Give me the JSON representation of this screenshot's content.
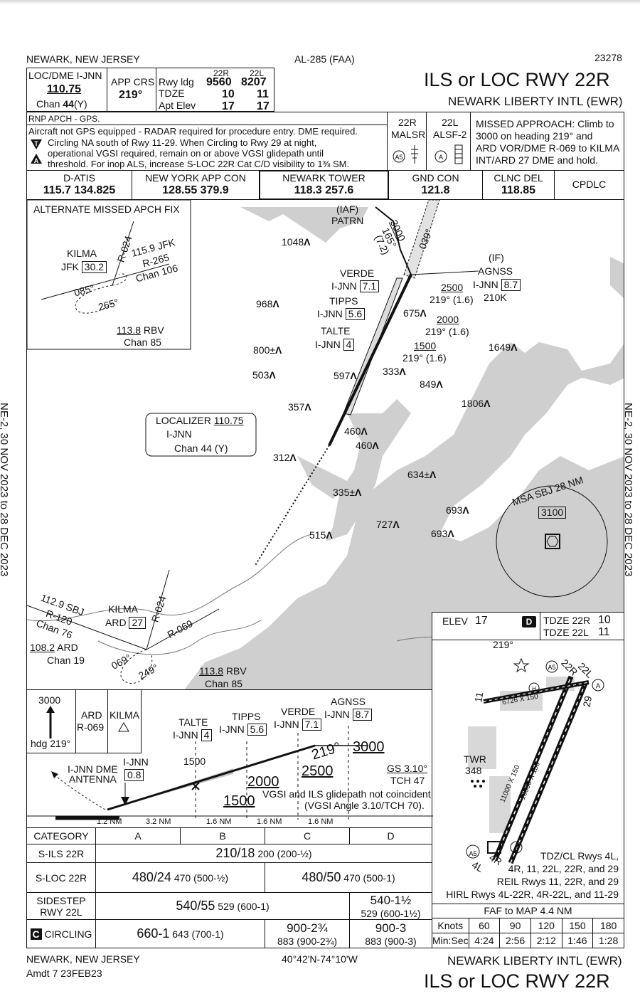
{
  "header": {
    "city": "NEWARK, NEW JERSEY",
    "chart_id": "AL-285 (FAA)",
    "proc_number": "23278",
    "title": "ILS or LOC RWY 22R",
    "airport": "NEWARK LIBERTY INTL (EWR)"
  },
  "briefing": {
    "loc_label": "LOC/DME  I-JNN",
    "loc_freq": "110.75",
    "loc_chan_prefix": "Chan",
    "loc_chan_num": "44",
    "loc_chan_suffix": "(Y)",
    "app_crs_label": "APP CRS",
    "app_crs": "219°",
    "rwy_ldg_label": "Rwy ldg",
    "tdze_label": "TDZE",
    "apt_elev_label": "Apt Elev",
    "rwy_22r_label": "22R",
    "rwy_22l_label": "22L",
    "rwy_ldg_22r": "9560",
    "rwy_ldg_22l": "8207",
    "tdze_22r": "10",
    "tdze_22l": "11",
    "elev_22r": "17",
    "elev_22l": "17"
  },
  "notes": {
    "rnp": "RNP APCH - GPS.",
    "line1": "Aircraft not GPS equipped - RADAR required for procedure entry. DME required.",
    "line2": "Circling NA south of Rwy 11-29. When Circling to Rwy 29 at night,",
    "line3": "operational VGSI required, remain on or above VGSI glidepath until",
    "line4": "threshold. For inop ALS, increase S-LOC 22R Cat C/D visibility to 1⅜ SM.",
    "lights_22r": "22R",
    "lights_22r_type": "MALSR",
    "lights_22l": "22L",
    "lights_22l_type": "ALSF-2",
    "missed_1": "MISSED APPROACH: Climb to",
    "missed_2": "3000 on heading 219° and",
    "missed_3": "ARD VOR/DME R-069 to KILMA",
    "missed_4": "INT/ARD 27 DME and hold."
  },
  "comms": [
    {
      "label": "D-ATIS",
      "value": "115.7  134.825"
    },
    {
      "label": "NEW YORK APP CON",
      "value": "128.55  379.9"
    },
    {
      "label": "NEWARK TOWER",
      "value": "118.3  257.6"
    },
    {
      "label": "GND CON",
      "value": "121.8"
    },
    {
      "label": "CLNC DEL",
      "value": "118.85"
    },
    {
      "label": "CPDLC",
      "value": ""
    }
  ],
  "plan": {
    "alt_missed_title": "ALTERNATE MISSED APCH FIX",
    "kilma": "KILMA",
    "jfk": "JFK",
    "jfk_dme": "30.2",
    "jfk_nav1": "115.9  JFK",
    "jfk_nav2": "R-265",
    "jfk_nav3": "Chan 106",
    "r024": "R-024",
    "hdg085": "085°",
    "hdg265": "265°",
    "rbv_freq": "113.8",
    "rbv_id": "RBV",
    "rbv_chan": "Chan 85",
    "iaf": "(IAF)",
    "patrn": "PATRN",
    "patrn_alt": "3000",
    "patrn_crs": "165°",
    "patrn_dist": "(7.2)",
    "crs039": "039°",
    "if_label": "(IF)",
    "agnss": "AGNSS",
    "agnss_dme": "8.7",
    "ijnn": "I-JNN",
    "agnss_alt": "2500",
    "agnss_crs": "219° (1.6)",
    "agnss_210k": "210K",
    "verde": "VERDE",
    "verde_dme": "7.1",
    "tipps": "TIPPS",
    "tipps_dme": "5.6",
    "tipps_alt": "2000",
    "tipps_crs": "219° (1.6)",
    "talte": "TALTE",
    "talte_dme": "4",
    "talte_alt": "1500",
    "talte_crs": "219° (1.6)",
    "loc_box_title": "LOCALIZER",
    "loc_box_freq": "110.75",
    "loc_box_id": "I-JNN",
    "loc_box_chan": "Chan 44 (Y)",
    "sbj_freq": "112.9 SBJ",
    "sbj_r": "R-120",
    "sbj_chan": "Chan 76",
    "ard_freq": "108.2",
    "ard_id": "ARD",
    "ard_chan": "Chan 19",
    "kilma_ard": "ARD",
    "kilma_ard_dme": "27",
    "r069": "R-069",
    "hdg069": "069°",
    "hdg249": "249°",
    "msa": "MSA SBJ 28 NM",
    "msa_alt": "3100",
    "obstacles": [
      {
        "v": "1048"
      },
      {
        "v": "968"
      },
      {
        "v": "800±"
      },
      {
        "v": "503"
      },
      {
        "v": "597"
      },
      {
        "v": "333"
      },
      {
        "v": "675"
      },
      {
        "v": "849"
      },
      {
        "v": "1649"
      },
      {
        "v": "1806"
      },
      {
        "v": "357"
      },
      {
        "v": "460"
      },
      {
        "v": "460"
      },
      {
        "v": "312"
      },
      {
        "v": "634±"
      },
      {
        "v": "335±"
      },
      {
        "v": "693"
      },
      {
        "v": "693"
      },
      {
        "v": "727"
      },
      {
        "v": "515"
      }
    ]
  },
  "airport_diagram": {
    "elev_label": "ELEV",
    "elev": "17",
    "d_label": "D",
    "tdze_22r": "TDZE 22R",
    "tdze_22r_val": "10",
    "tdze_22l": "TDZE 22L",
    "tdze_22l_val": "11",
    "hdg": "219°",
    "rwy_22r": "22R",
    "rwy_22l": "22L",
    "rwy_29": "29",
    "rwy_11": "11",
    "rwy_4r": "4R",
    "rwy_4l": "4L",
    "dim1": "6726 X 150",
    "dim2": "11000 X 150",
    "dim3": "10000 X 150",
    "twr": "TWR",
    "twr_elev": "348",
    "note1": "TDZ/CL Rwys 4L,",
    "note2": "4R, 11, 22L, 22R, and 29",
    "note3": "REIL Rwys 11, 22R, and 29",
    "note4": "HIRL Rwys 4L-22R, 4R-22L, and 11-29",
    "faf_to_map": "FAF to MAP  4.4 NM",
    "knots_label": "Knots",
    "minsec_label": "Min:Sec",
    "speeds": [
      "60",
      "90",
      "120",
      "150",
      "180"
    ],
    "times": [
      "4:24",
      "2:56",
      "2:12",
      "1:46",
      "1:28"
    ]
  },
  "profile": {
    "ma_alt": "3000",
    "ma_hdg": "hdg 219°",
    "ard": "ARD",
    "ard_r": "R-069",
    "kilma": "KILMA",
    "agnss": "AGNSS",
    "agnss_dme": "8.7",
    "verde": "VERDE",
    "verde_dme": "7.1",
    "tipps": "TIPPS",
    "tipps_dme": "5.6",
    "talte": "TALTE",
    "talte_dme": "4",
    "ijnn": "I-JNN",
    "dme_ant_ijnn": "I-JNN",
    "dme_ant_1": "I-JNN DME",
    "dme_ant_2": "ANTENNA",
    "dme_ant_val": "0.8",
    "alt_1500_top": "1500",
    "crs": "219°",
    "alt_3000": "3000",
    "alt_2500": "2500",
    "alt_2000": "2000",
    "alt_1500": "1500",
    "gs": "GS 3.10°",
    "tch": "TCH 47",
    "vgsi1": "VGSI and ILS glidepath not coincident",
    "vgsi2": "(VGSI Angle 3.10/TCH 70).",
    "seg1": "1.2 NM",
    "seg2": "3.2 NM",
    "seg3": "1.6 NM",
    "seg4": "1.6 NM",
    "seg5": "1.6 NM"
  },
  "minimums": {
    "category_label": "CATEGORY",
    "cats": [
      "A",
      "B",
      "C",
      "D"
    ],
    "sils_label": "S-ILS 22R",
    "sils_main": "210/18",
    "sils_sub": "200 (200-½)",
    "sloc_label": "S-LOC 22R",
    "sloc_ab_main": "480/24",
    "sloc_ab_sub": "470 (500-½)",
    "sloc_cd_main": "480/50",
    "sloc_cd_sub": "470 (500-1)",
    "side_label1": "SIDESTEP",
    "side_label2": "RWY 22L",
    "side_abc_main": "540/55",
    "side_abc_sub": "529 (600-1)",
    "side_d_main": "540-1½",
    "side_d_sub": "529 (600-1½)",
    "circ_c": "C",
    "circ_label": "CIRCLING",
    "circ_ab_main": "660-1",
    "circ_ab_sub": "643 (700-1)",
    "circ_c_main": "900-2¾",
    "circ_c_sub": "883 (900-2¾)",
    "circ_d_main": "900-3",
    "circ_d_sub": "883 (900-3)"
  },
  "footer": {
    "city": "NEWARK, NEW JERSEY",
    "amdt": "Amdt 7  23FEB23",
    "coords": "40°42'N-74°10'W",
    "airport": "NEWARK LIBERTY INTL (EWR)",
    "title": "ILS or LOC RWY 22R"
  },
  "side_text": {
    "left": "NE-2,  30 NOV 2023  to  28 DEC 2023",
    "right": "NE-2,  30 NOV 2023  to  28 DEC 2023"
  },
  "colors": {
    "ink": "#111111",
    "water": "#cfcfcf"
  }
}
